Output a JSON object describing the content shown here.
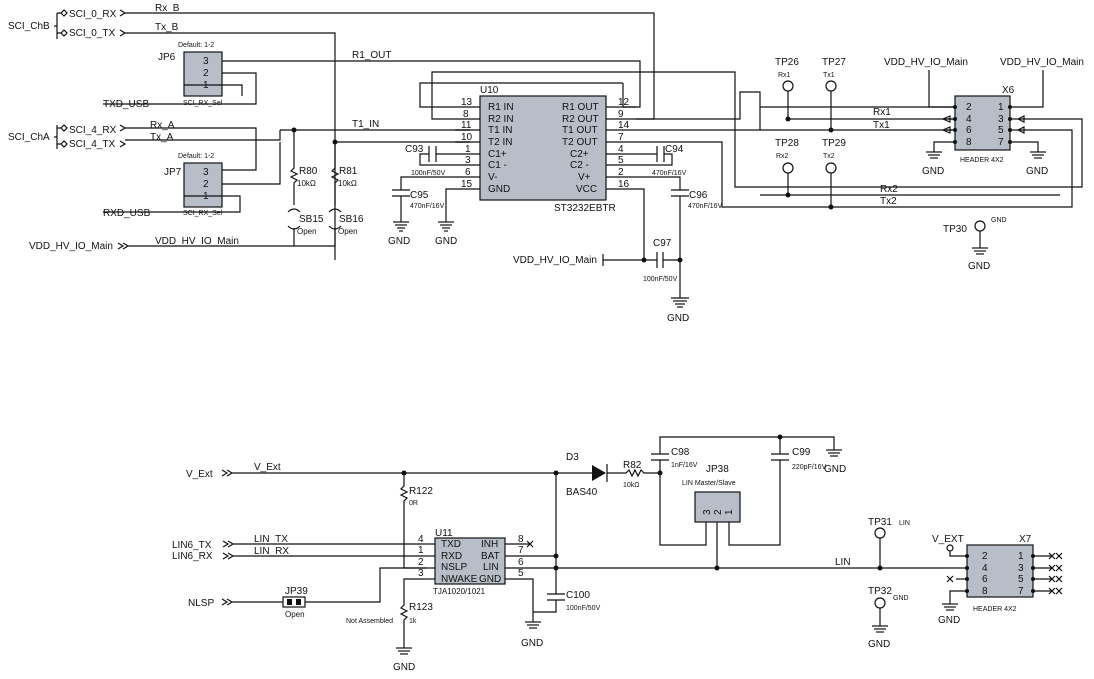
{
  "nets": {
    "sci_chb": "SCI_ChB",
    "sci_0_rx": "SCI_0_RX",
    "sci_0_tx": "SCI_0_TX",
    "rx_b": "Rx_B",
    "tx_b": "Tx_B",
    "r1_out": "R1_OUT",
    "txd_usb": "TXD_USB",
    "sci_cha": "SCI_ChA",
    "sci_4_rx": "SCI_4_RX",
    "sci_4_tx": "SCI_4_TX",
    "rx_a": "Rx_A",
    "tx_a": "Tx_A",
    "t1_in": "T1_IN",
    "rxd_usb": "RXD_USB",
    "vdd_hv_io_main": "VDD_HV_IO_Main",
    "rx1": "Rx1",
    "tx1": "Tx1",
    "rx2": "Rx2",
    "tx2": "Tx2",
    "v_ext_port": "V_Ext",
    "v_ext": "V_Ext",
    "lin6_tx": "LIN6_TX",
    "lin6_rx": "LIN6_RX",
    "lin_tx": "LIN_TX",
    "lin_rx": "LIN_RX",
    "nlsp": "NLSP",
    "lin": "LIN",
    "v_ext_cap": "V_EXT",
    "gnd": "GND"
  },
  "jumpers": {
    "jp6": {
      "ref": "JP6",
      "default": "Default: 1-2",
      "name": "SCI_RX_Sel",
      "pins": [
        "3",
        "2",
        "1"
      ]
    },
    "jp7": {
      "ref": "JP7",
      "default": "Default: 1-2",
      "name": "SCI_RX_Sel",
      "pins": [
        "3",
        "2",
        "1"
      ]
    },
    "jp38": {
      "ref": "JP38",
      "name": "LIN Master/Slave",
      "pins": [
        "3",
        "2",
        "1"
      ]
    },
    "jp39": {
      "ref": "JP39",
      "value": "Open"
    }
  },
  "resistors": {
    "r80": {
      "ref": "R80",
      "value": "10kΩ"
    },
    "r81": {
      "ref": "R81",
      "value": "10kΩ"
    },
    "r82": {
      "ref": "R82",
      "value": "10kΩ"
    },
    "r122": {
      "ref": "R122",
      "value": "0R"
    },
    "r123": {
      "ref": "R123",
      "value": "1k",
      "note": "Not Assembled"
    }
  },
  "solder_bridges": {
    "sb15": {
      "ref": "SB15",
      "value": "Open"
    },
    "sb16": {
      "ref": "SB16",
      "value": "Open"
    }
  },
  "capacitors": {
    "c93": {
      "ref": "C93",
      "value": "100nF/50V"
    },
    "c94": {
      "ref": "C94",
      "value": "470nF/16V"
    },
    "c95": {
      "ref": "C95",
      "value": "470nF/16V"
    },
    "c96": {
      "ref": "C96",
      "value": "470nF/16V"
    },
    "c97": {
      "ref": "C97",
      "value": "100nF/50V"
    },
    "c98": {
      "ref": "C98",
      "value": "1nF/16V"
    },
    "c99": {
      "ref": "C99",
      "value": "220pF/16V"
    },
    "c100": {
      "ref": "C100",
      "value": "100nF/50V"
    }
  },
  "u10": {
    "ref": "U10",
    "part": "ST3232EBTR",
    "left_pins": [
      {
        "num": "13",
        "name": "R1 IN"
      },
      {
        "num": "8",
        "name": "R2 IN"
      },
      {
        "num": "11",
        "name": "T1 IN"
      },
      {
        "num": "10",
        "name": "T2 IN"
      },
      {
        "num": "1",
        "name": "C1+"
      },
      {
        "num": "3",
        "name": "C1 -"
      },
      {
        "num": "6",
        "name": "V-"
      },
      {
        "num": "15",
        "name": "GND"
      }
    ],
    "right_pins": [
      {
        "num": "12",
        "name": "R1 OUT"
      },
      {
        "num": "9",
        "name": "R2 OUT"
      },
      {
        "num": "14",
        "name": "T1 OUT"
      },
      {
        "num": "7",
        "name": "T2 OUT"
      },
      {
        "num": "4",
        "name": "C2+"
      },
      {
        "num": "5",
        "name": "C2 -"
      },
      {
        "num": "2",
        "name": "V+"
      },
      {
        "num": "16",
        "name": "VCC"
      }
    ]
  },
  "u11": {
    "ref": "U11",
    "part": "TJA1020/1021",
    "left_pins": [
      {
        "num": "4",
        "name": "TXD"
      },
      {
        "num": "1",
        "name": "RXD"
      },
      {
        "num": "2",
        "name": "NSLP"
      },
      {
        "num": "3",
        "name": "NWAKE"
      }
    ],
    "right_pins": [
      {
        "num": "8",
        "name": "INH"
      },
      {
        "num": "7",
        "name": "BAT"
      },
      {
        "num": "6",
        "name": "LIN"
      },
      {
        "num": "5",
        "name": "GND"
      }
    ]
  },
  "diode": {
    "ref": "D3",
    "part": "BAS40"
  },
  "headers": {
    "x6": {
      "ref": "X6",
      "name": "HEADER 4X2",
      "left_pins": [
        "2",
        "4",
        "6",
        "8"
      ],
      "right_pins": [
        "1",
        "3",
        "5",
        "7"
      ]
    },
    "x7": {
      "ref": "X7",
      "name": "HEADER 4X2",
      "left_pins": [
        "2",
        "4",
        "6",
        "8"
      ],
      "right_pins": [
        "1",
        "3",
        "5",
        "7"
      ]
    }
  },
  "testpoints": {
    "tp26": {
      "ref": "TP26",
      "net": "Rx1"
    },
    "tp27": {
      "ref": "TP27",
      "net": "Tx1"
    },
    "tp28": {
      "ref": "TP28",
      "net": "Rx2"
    },
    "tp29": {
      "ref": "TP29",
      "net": "Tx2"
    },
    "tp30": {
      "ref": "TP30",
      "net": "GND"
    },
    "tp31": {
      "ref": "TP31",
      "net": "LIN"
    },
    "tp32": {
      "ref": "TP32",
      "net": "GND"
    }
  }
}
